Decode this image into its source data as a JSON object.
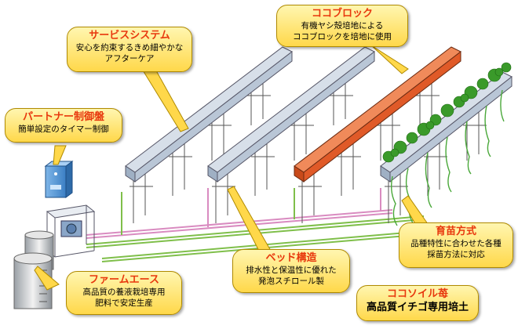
{
  "callouts": {
    "service": {
      "title": "サービスシステム",
      "lines": [
        "安心を約束するきめ細やかな",
        "アフターケア"
      ]
    },
    "coco": {
      "title": "ココブロック",
      "lines": [
        "有機ヤシ殻培地による",
        "ココブロックを培地に使用"
      ]
    },
    "partner": {
      "title": "パートナー制御盤",
      "lines": [
        "簡単設定のタイマー制御"
      ]
    },
    "farm": {
      "title": "ファームエース",
      "lines": [
        "高品質の養液栽培専用",
        "肥料で安定生産"
      ]
    },
    "bed": {
      "title": "ベッド構造",
      "lines": [
        "排水性と保温性に優れた",
        "発泡スチロール製"
      ]
    },
    "seedling": {
      "title": "育苗方式",
      "lines": [
        "品種特性に合わせた各種",
        "採苗方法に対応"
      ]
    },
    "soil": {
      "title": "ココソイル苺",
      "lines": [
        "高品質イチゴ専用培土"
      ]
    }
  },
  "colors": {
    "callout_fill": "#ffd84a",
    "callout_title": "#e8380d",
    "bed_gray": "#b9c6d6",
    "bed_orange": "#e05a28",
    "strawberry_leaf": "#3a9a2a",
    "pipe_pink": "#d98bc0",
    "pipe_green": "#7fbf4a"
  }
}
